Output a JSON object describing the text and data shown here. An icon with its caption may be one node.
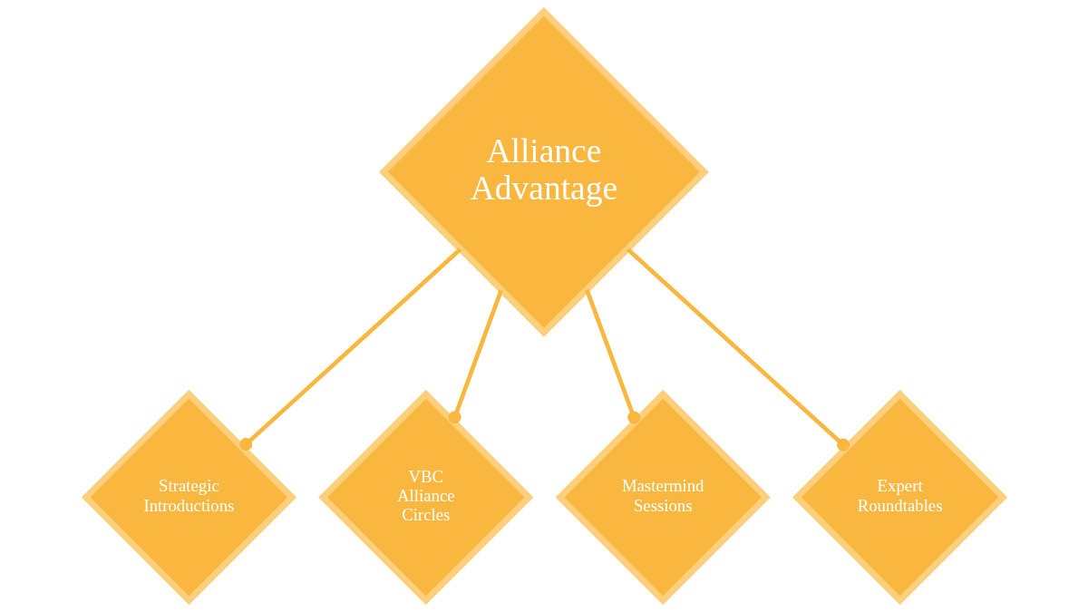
{
  "diagram": {
    "nodes": [
      {
        "text": [
          "Alliance Advantage"
        ]
      },
      {
        "text": [
          "Strategic Introductions"
        ]
      },
      {
        "text": [
          "Expert Roundtables"
        ]
      },
      {
        "text": [
          "VBC Alliance Circles"
        ]
      },
      {
        "text": [
          "Mastermind Sessions"
        ]
      }
    ],
    "edges": [
      {
        "from": 0,
        "to": 1,
        "arrow": "other"
      },
      {
        "from": 0,
        "to": 3,
        "arrow": "other"
      },
      {
        "from": 0,
        "to": 4,
        "arrow": "other"
      },
      {
        "from": 0,
        "to": 2,
        "arrow": "other"
      }
    ]
  }
}
